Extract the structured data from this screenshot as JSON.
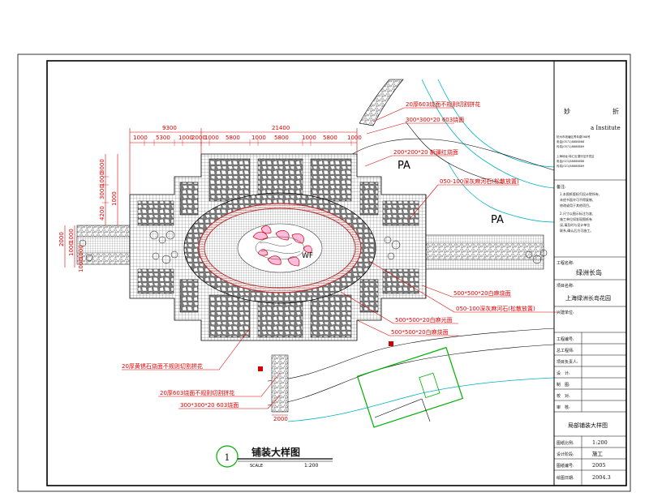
{
  "drawing": {
    "title": "铺装大样图",
    "scale_label": "SCALE",
    "scale_value": "1:200",
    "detail_number": "1"
  },
  "plan": {
    "pa_labels": [
      "PA",
      "PA"
    ],
    "feature_label": "WF",
    "dims_top_row1": [
      "9300",
      "21400"
    ],
    "dims_top_row2": [
      "1000",
      "5300",
      "1000",
      "2000",
      "1000",
      "5800",
      "1000",
      "5800",
      "1000",
      "5800",
      "1000"
    ],
    "dims_left": [
      "3000",
      "1000",
      "3000",
      "1000",
      "4200"
    ],
    "dims_left_lower": [
      "2000",
      "1000",
      "1000",
      "1000",
      "1000"
    ],
    "dim_bottom": "2000",
    "callouts": [
      "20厚603烧面不规则切割拼花",
      "300*300*20 603烧面",
      "200*200*20 新疆红烧面",
      "050-100深灰麻河石(松散放置)",
      "500*500*20白麻烧面",
      "050-100深灰麻河石(松散放置)",
      "500*500*20白麻光面",
      "500*500*20白麻烧面",
      "20厚黄锈石烧面不规则切割拼花",
      "20厚603烧面不规则切割拼花",
      "300*300*20 603烧面"
    ]
  },
  "title_block": {
    "company_left": "妙",
    "company_right": "折",
    "institute": "a Institute",
    "address_lines": [
      "杭州市钱塘区青年路368号",
      "电话(0571)8888888",
      "传真(0571)8888889",
      "上海地址:徐汇区漕河泾开发区",
      "电话(021)88888888",
      "传真(021)88888889"
    ],
    "notes_heading": "备注:",
    "notes": [
      "1.本图纸版权归设计院所有,",
      "未经书面许可不得复制、",
      "修改或用于其他项目。",
      "2.尺寸以图示标注为准,",
      "施工单位如发现图纸有",
      "误,请及时与设计单位",
      "联系,确认后方可施工。"
    ],
    "project_name_label": "工程名称:",
    "project_name": "绿洲长岛",
    "item_name_label": "项目名称:",
    "item_name": "上海绿洲长岛花园",
    "party_label": "兴建单位:",
    "roles": [
      "工程编号:",
      "总工程师:",
      "项目负责人:",
      "设　计:",
      "制　图:",
      "校　对:",
      "审　核:"
    ],
    "sheet_title": "局部铺装大样图",
    "meta": [
      {
        "label": "图纸比例:",
        "value": "1:200"
      },
      {
        "label": "设计阶段:",
        "value": "施工"
      },
      {
        "label": "图纸编号:",
        "value": "2005"
      },
      {
        "label": "绘图日期:",
        "value": "2004.3"
      }
    ]
  },
  "colors": {
    "line": "#000000",
    "annotation": "#d00000",
    "site_green": "#00b000",
    "site_cyan": "#00b0c0"
  }
}
